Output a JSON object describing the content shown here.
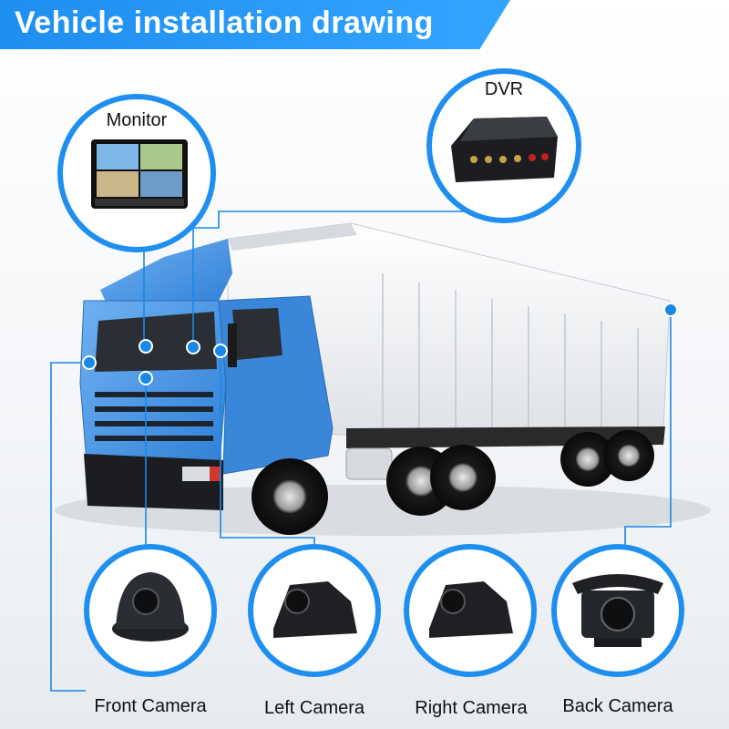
{
  "title": "Vehicle installation drawing",
  "labels": {
    "monitor": "Monitor",
    "dvr": "DVR",
    "front_camera": "Front Camera",
    "left_camera": "Left Camera",
    "right_camera": "Right Camera",
    "back_camera": "Back Camera"
  },
  "colors": {
    "accent": "#1e8ff0",
    "line": "#1a88e8",
    "cab": "#3f8fe0",
    "trailer": "#eeeeee"
  }
}
